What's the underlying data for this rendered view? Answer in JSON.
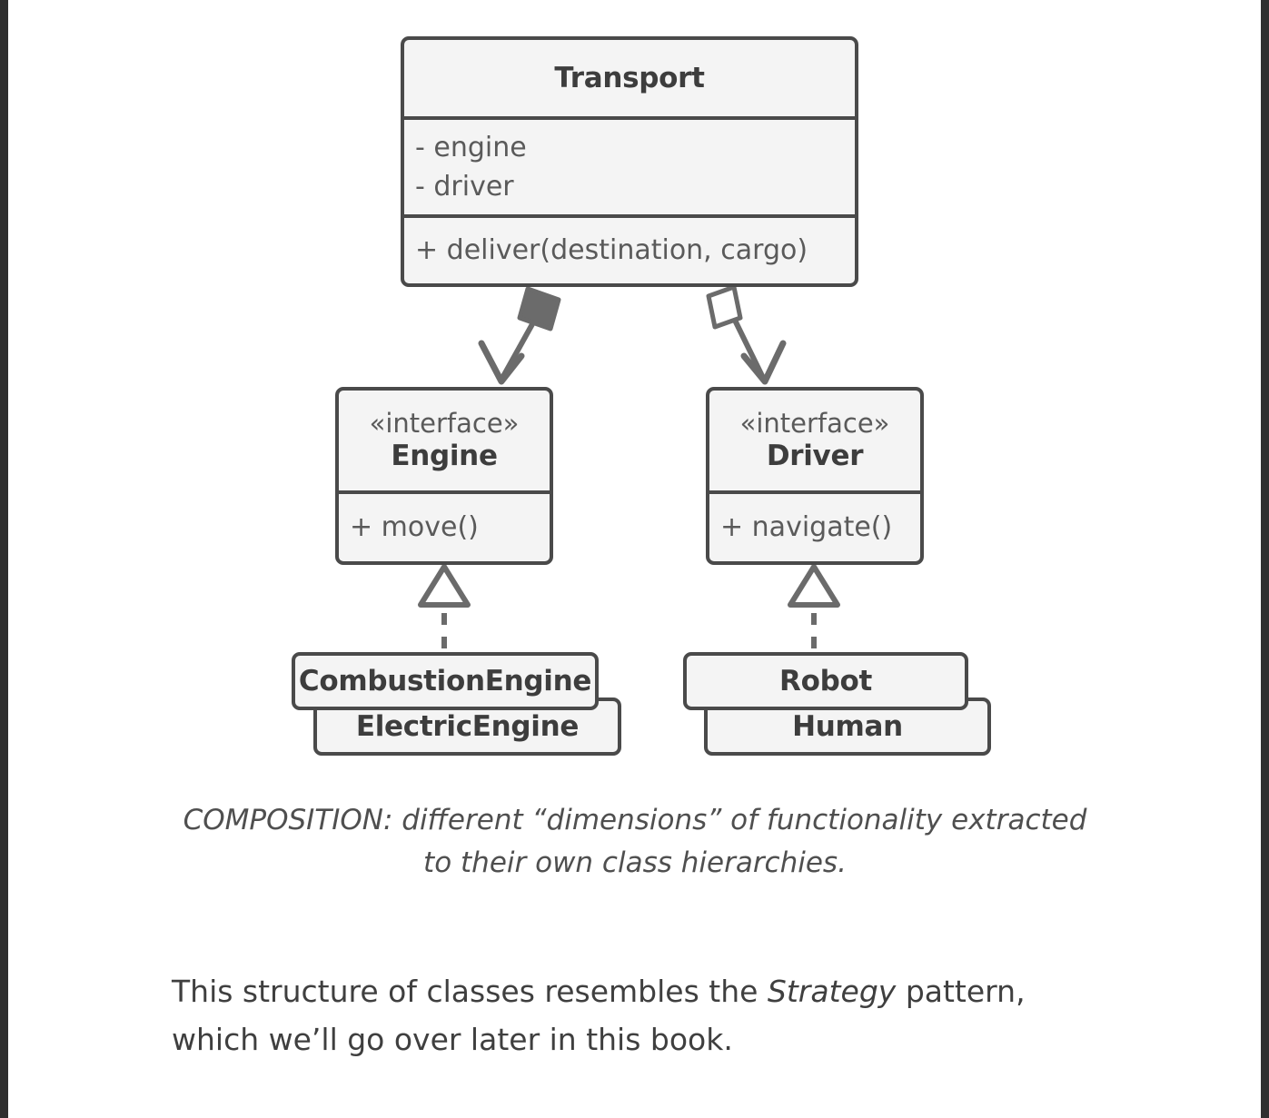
{
  "diagram": {
    "type": "uml-class-diagram",
    "classes": [
      {
        "id": "transport",
        "name": "Transport",
        "fields": [
          "- engine",
          "- driver"
        ],
        "operations": [
          "+ deliver(destination, cargo)"
        ]
      },
      {
        "id": "engine",
        "stereotype": "«interface»",
        "name": "Engine",
        "operations": [
          "+ move()"
        ]
      },
      {
        "id": "driver",
        "stereotype": "«interface»",
        "name": "Driver",
        "operations": [
          "+ navigate()"
        ]
      },
      {
        "id": "combustionengine",
        "name": "CombustionEngine"
      },
      {
        "id": "electricengine",
        "name": "ElectricEngine"
      },
      {
        "id": "robot",
        "name": "Robot"
      },
      {
        "id": "human",
        "name": "Human"
      }
    ],
    "relationships": [
      {
        "from": "transport",
        "to": "engine",
        "kind": "composition",
        "marker": "filled-diamond",
        "arrow": "open-arrow",
        "line": "solid"
      },
      {
        "from": "transport",
        "to": "driver",
        "kind": "aggregation",
        "marker": "hollow-diamond",
        "arrow": "open-arrow",
        "line": "solid"
      },
      {
        "from": "combustionengine",
        "to": "engine",
        "kind": "realization",
        "marker": "hollow-triangle",
        "line": "dashed"
      },
      {
        "from": "robot",
        "to": "driver",
        "kind": "realization",
        "marker": "hollow-triangle",
        "line": "dashed"
      }
    ],
    "colors": {
      "box_fill": "#f4f4f4",
      "box_stroke": "#4a4a4a",
      "text": "#4a4a4a",
      "connector": "#6b6b6b"
    }
  },
  "caption": {
    "text": "COMPOSITION: different “dimensions” of functionality extracted to their own class hierarchies."
  },
  "paragraph": {
    "before": "This structure of classes resembles the ",
    "emphasis": "Strategy",
    "after": " pattern, which we’ll go over later in this book."
  }
}
